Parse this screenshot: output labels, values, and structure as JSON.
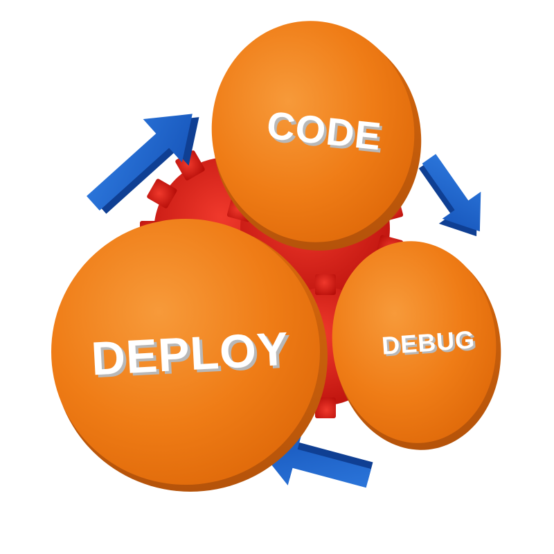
{
  "diagram": {
    "nodes": [
      {
        "id": "code",
        "label": "CODE"
      },
      {
        "id": "debug",
        "label": "DEBUG"
      },
      {
        "id": "deploy",
        "label": "DEPLOY"
      }
    ],
    "flow": [
      "code",
      "debug",
      "deploy",
      "code"
    ],
    "colors": {
      "circle": "#ef7c16",
      "circle_edge": "#c95f0b",
      "gear": "#dd1b12",
      "arrow": "#1d63c9",
      "arrow_dark": "#0f3f93"
    },
    "icons": [
      "gear-icon",
      "arrow-icon"
    ]
  }
}
